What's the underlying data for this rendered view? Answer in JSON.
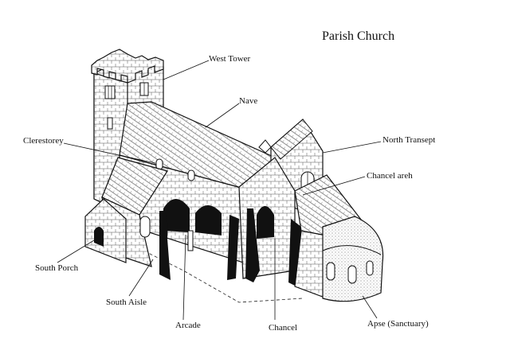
{
  "title": "Parish Church",
  "labels": {
    "west_tower": "West Tower",
    "nave": "Nave",
    "clerestorey": "Clerestorey",
    "north_transept": "North Transept",
    "chancel_arch": "Chancel areh",
    "south_porch": "South Porch",
    "south_aisle": "South Aisle",
    "arcade": "Arcade",
    "chancel": "Chancel",
    "apse": "Apse (Sanctuary)"
  },
  "colors": {
    "ink": "#111111",
    "paper": "#ffffff",
    "shadow": "#1a1a1a"
  }
}
